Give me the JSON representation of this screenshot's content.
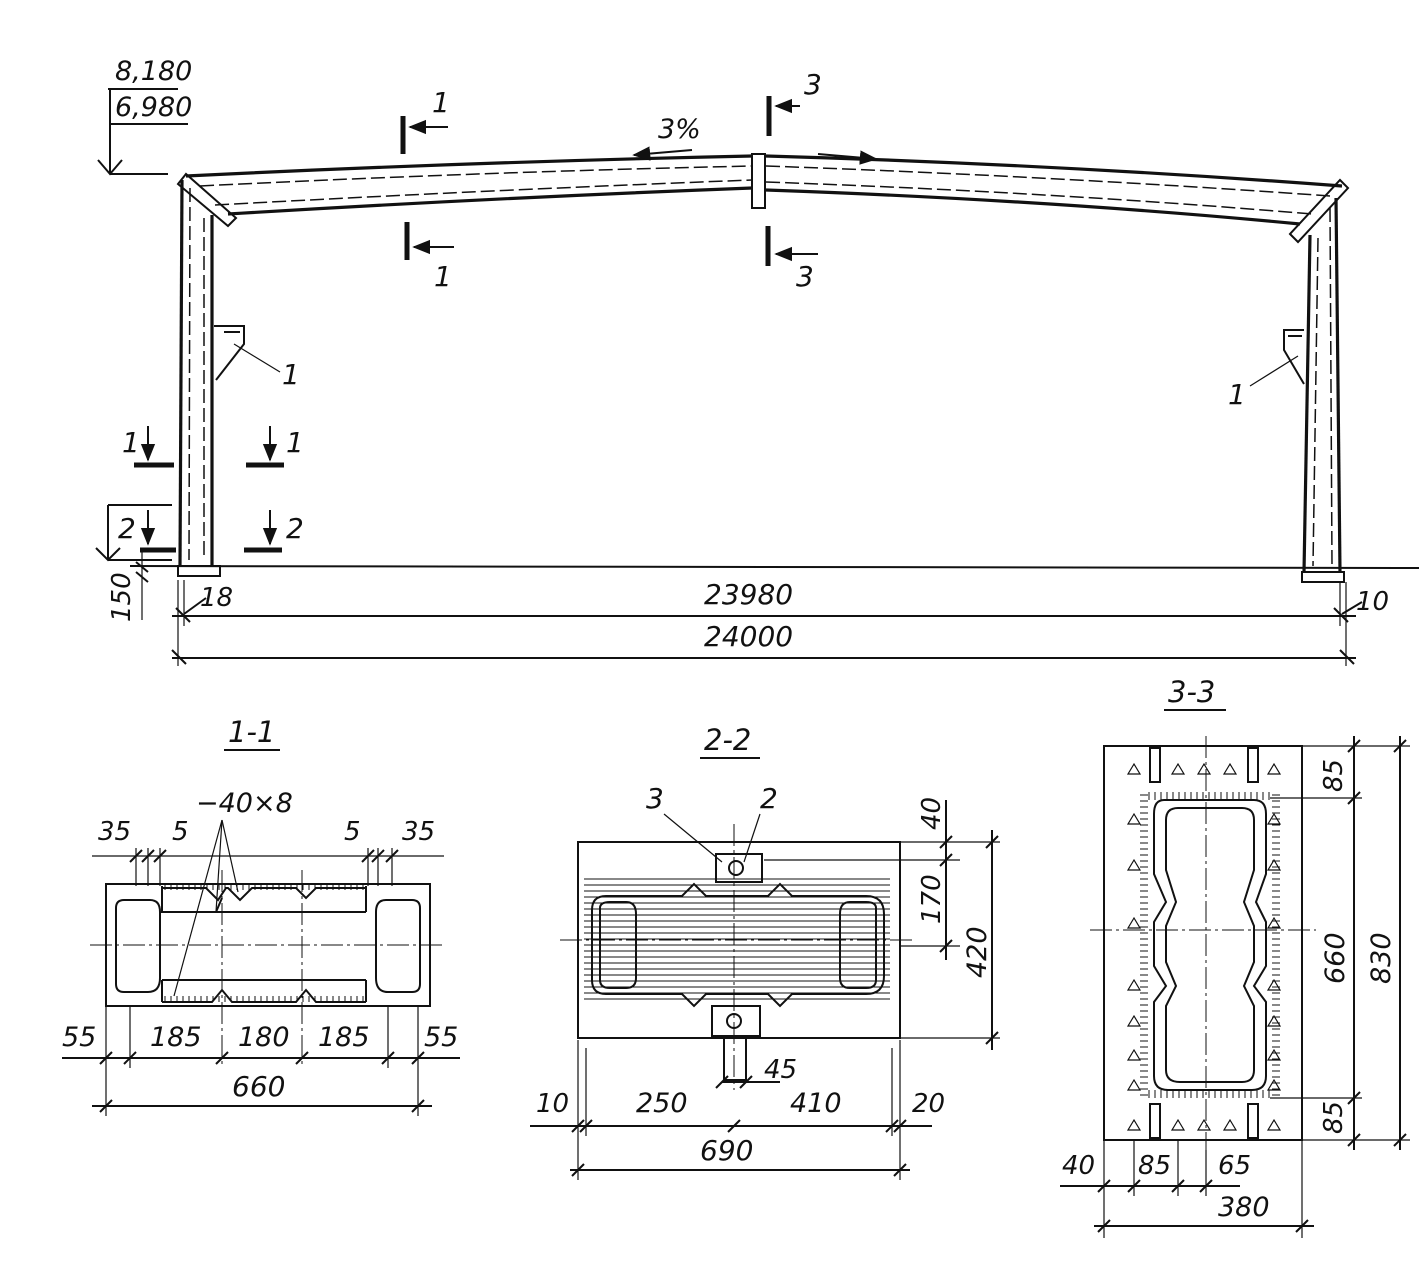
{
  "elevation": {
    "top_mark": "8,180",
    "eave_mark": "6,980",
    "slope": "3%",
    "section_1": "1",
    "section_2": "2",
    "section_3": "3",
    "bracket_callout": "1",
    "base_offset": "150",
    "left_gap": "18",
    "right_gap": "10",
    "inner_span": "23980",
    "outer_span": "24000"
  },
  "section_1_1": {
    "title": "1-1",
    "plate": "−40×8",
    "d_35": "35",
    "d_5": "5",
    "d_55": "55",
    "d_185": "185",
    "d_180": "180",
    "total": "660"
  },
  "section_2_2": {
    "title": "2-2",
    "callout_3": "3",
    "callout_2": "2",
    "d_40": "40",
    "d_170": "170",
    "d_420": "420",
    "d_45": "45",
    "d_10": "10",
    "d_250": "250",
    "d_410": "410",
    "d_20": "20",
    "total": "690"
  },
  "section_3_3": {
    "title": "3-3",
    "d_85": "85",
    "d_660": "660",
    "d_830": "830",
    "d_40": "40",
    "d_65": "65",
    "total": "380"
  }
}
